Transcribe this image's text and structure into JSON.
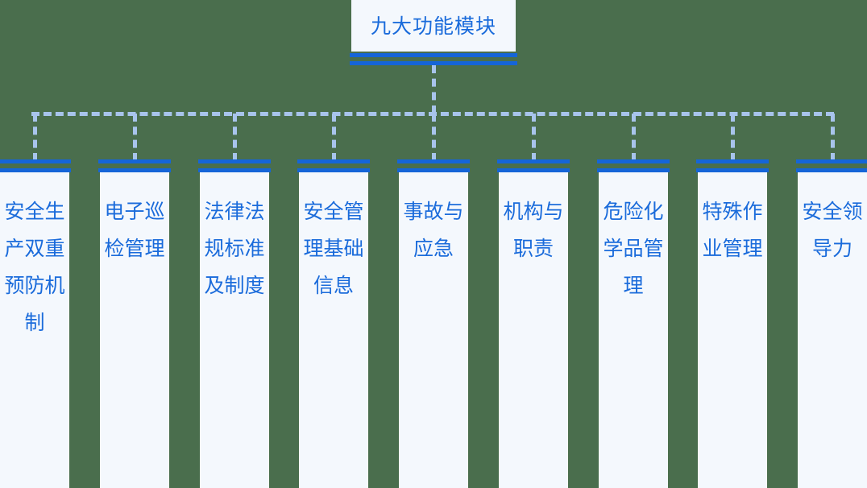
{
  "diagram": {
    "type": "org-chart",
    "title": "九大功能模块",
    "orientation": "top-down",
    "background_color": "#4a6e4d",
    "node_fill_color": "#f4f8fd",
    "accent_color": "#1565d8",
    "text_color": "#1a6bdb",
    "connector_color": "#a8c4ec",
    "connector_style": "dashed",
    "child_count": 9,
    "root": {
      "label": "九大功能模块"
    },
    "children": [
      {
        "label": "安全生产双重预防机制"
      },
      {
        "label": "电子巡检管理"
      },
      {
        "label": "法律法规标准及制度"
      },
      {
        "label": "安全管理基础信息"
      },
      {
        "label": "事故与应急"
      },
      {
        "label": "机构与职责"
      },
      {
        "label": "危险化学品管理"
      },
      {
        "label": "特殊作业管理"
      },
      {
        "label": "安全领导力"
      }
    ]
  }
}
